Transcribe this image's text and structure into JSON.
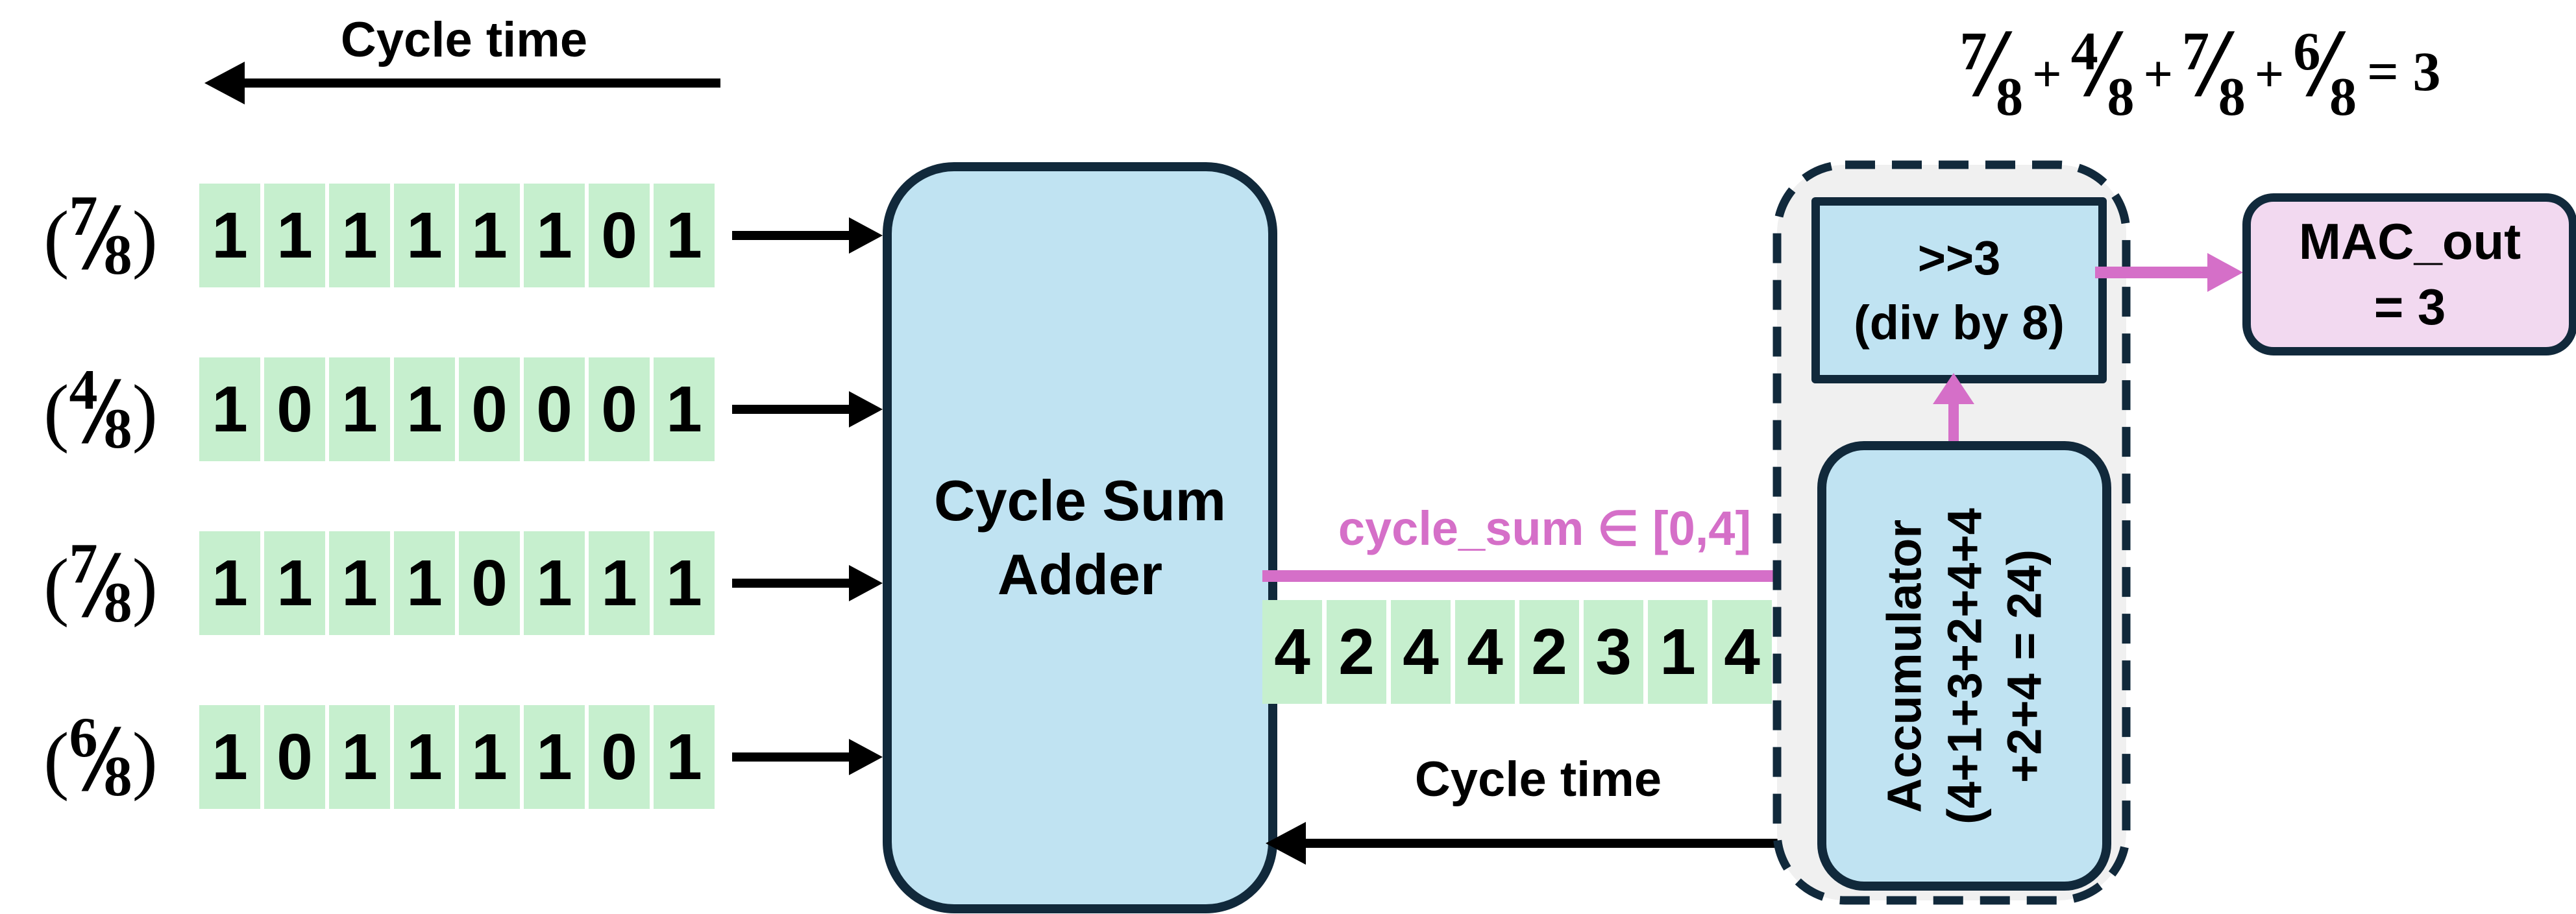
{
  "colors": {
    "cell_green": "#C6EFCE",
    "box_blue": "#C0E3F2",
    "border_navy": "#11293B",
    "accent_pink": "#D56FC8",
    "mac_pink": "#F2D9F0",
    "container_gray": "#F0F0F0"
  },
  "punct": {
    "open": "(",
    "close": ")",
    "slash": "/"
  },
  "top_axis": {
    "label": "Cycle time"
  },
  "bottom_axis": {
    "label": "Cycle time"
  },
  "inputs": [
    {
      "num": "7",
      "den": "8",
      "bits": [
        "1",
        "1",
        "1",
        "1",
        "1",
        "1",
        "0",
        "1"
      ]
    },
    {
      "num": "4",
      "den": "8",
      "bits": [
        "1",
        "0",
        "1",
        "1",
        "0",
        "0",
        "0",
        "1"
      ]
    },
    {
      "num": "7",
      "den": "8",
      "bits": [
        "1",
        "1",
        "1",
        "1",
        "0",
        "1",
        "1",
        "1"
      ]
    },
    {
      "num": "6",
      "den": "8",
      "bits": [
        "1",
        "0",
        "1",
        "1",
        "1",
        "1",
        "0",
        "1"
      ]
    }
  ],
  "adder": {
    "line1": "Cycle Sum",
    "line2": "Adder"
  },
  "cycle_sum": {
    "label": "cycle_sum ∈ [0,4]",
    "values": [
      "4",
      "2",
      "4",
      "4",
      "2",
      "3",
      "1",
      "4"
    ]
  },
  "shifter": {
    "line1": ">>3",
    "line2": "(div by 8)"
  },
  "accumulator": {
    "line1": "Accumulator",
    "line2": "(4+1+3+2+4+4",
    "line3": "+2+4 = 24)"
  },
  "mac_out": {
    "line1": "MAC_out",
    "line2": "= 3"
  },
  "equation": {
    "terms": [
      {
        "num": "7",
        "den": "8"
      },
      {
        "num": "4",
        "den": "8"
      },
      {
        "num": "7",
        "den": "8"
      },
      {
        "num": "6",
        "den": "8"
      }
    ],
    "plus": "+",
    "rhs": "= 3"
  }
}
